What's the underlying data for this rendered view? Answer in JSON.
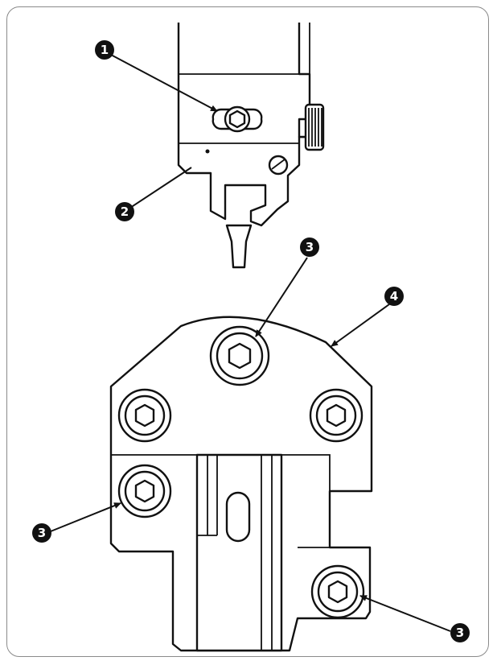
{
  "figure": {
    "frame_color": "#8a8a8a",
    "line_color": "#111111",
    "background": "#ffffff"
  },
  "callouts": {
    "c1": "1",
    "c2": "2",
    "c3_top": "3",
    "c3_left": "3",
    "c3_right": "3",
    "c4": "4"
  }
}
